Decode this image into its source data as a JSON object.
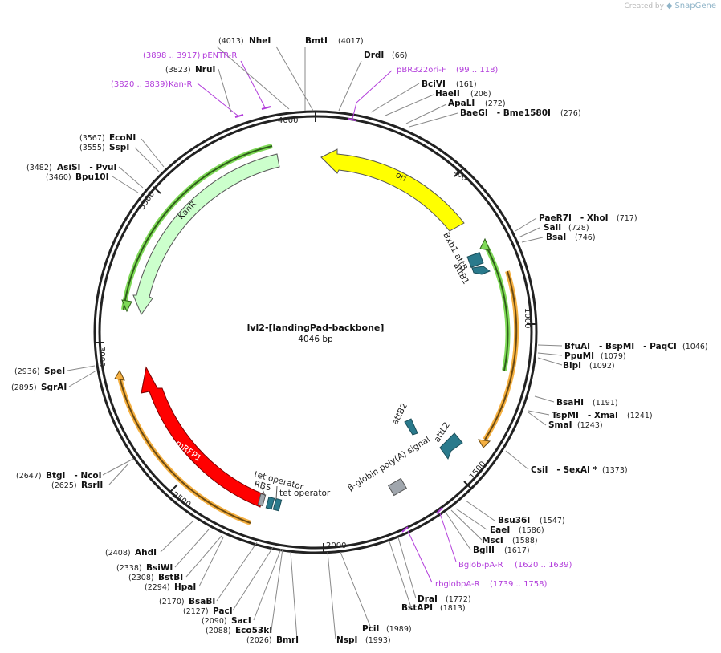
{
  "brand": {
    "created_by": "Created by",
    "product": "SnapGene"
  },
  "plasmid": {
    "name": "lvl2-[landingPad-backbone]",
    "length": 4046,
    "length_label": "4046 bp"
  },
  "ticks": [
    "500",
    "1000",
    "1500",
    "2000",
    "2500",
    "3000",
    "3500",
    "4000"
  ],
  "features": [
    {
      "name": "ori",
      "color": "#ffff00",
      "type": "arrow"
    },
    {
      "name": "KanR",
      "color": "#ccffcc",
      "type": "arrow"
    },
    {
      "name": "mRFP1",
      "color": "#ff0000",
      "type": "arrow"
    },
    {
      "name": "Bxb1 attB",
      "color": "#2a7a8c",
      "type": "box"
    },
    {
      "name": "attB1",
      "color": "#2a7a8c",
      "type": "arrow"
    },
    {
      "name": "attB2",
      "color": "#2a7a8c",
      "type": "arrow"
    },
    {
      "name": "attL2",
      "color": "#2a7a8c",
      "type": "arrow"
    },
    {
      "name": "β-globin poly(A) signal",
      "color": "#a0a6ad",
      "type": "box"
    },
    {
      "name": "RBS",
      "color": "#a0a6ad",
      "type": "box"
    },
    {
      "name": "tet operator",
      "color": "#2a7a8c",
      "type": "box"
    },
    {
      "name": "tet operator",
      "color": "#2a7a8c",
      "type": "box"
    }
  ],
  "enzymes_right": [
    {
      "name": "BmtI",
      "pos": "(4017)"
    },
    {
      "name": "DrdI",
      "pos": "(66)"
    },
    {
      "name": "BciVI",
      "pos": "(161)"
    },
    {
      "name": "HaeII",
      "pos": "(206)"
    },
    {
      "name": "ApaLI",
      "pos": "(272)"
    },
    {
      "name": "BaeGI   - Bme1580I",
      "pos": "(276)"
    },
    {
      "name": "PaeR7I   - XhoI",
      "pos": "(717)"
    },
    {
      "name": "SalI",
      "pos": "(728)"
    },
    {
      "name": "BsaI",
      "pos": "(746)"
    },
    {
      "name": "BfuAI   - BspMI   - PaqCI",
      "pos": "(1046)"
    },
    {
      "name": "PpuMI",
      "pos": "(1079)"
    },
    {
      "name": "BlpI",
      "pos": "(1092)"
    },
    {
      "name": "BsaHI",
      "pos": "(1191)"
    },
    {
      "name": "TspMI   - XmaI",
      "pos": "(1241)"
    },
    {
      "name": "SmaI",
      "pos": "(1243)"
    },
    {
      "name": "CsiI   - SexAI *",
      "pos": "(1373)"
    },
    {
      "name": "Bsu36I",
      "pos": "(1547)"
    },
    {
      "name": "EaeI",
      "pos": "(1586)"
    },
    {
      "name": "MscI",
      "pos": "(1588)"
    },
    {
      "name": "BglII",
      "pos": "(1617)"
    },
    {
      "name": "DraI",
      "pos": "(1772)"
    },
    {
      "name": "BstAPI",
      "pos": "(1813)"
    },
    {
      "name": "PciI",
      "pos": "(1989)"
    }
  ],
  "enzymes_left": [
    {
      "name": "NheI",
      "pos": "(4013)"
    },
    {
      "name": "NruI",
      "pos": "(3823)"
    },
    {
      "name": "EcoNI",
      "pos": "(3567)"
    },
    {
      "name": "SspI",
      "pos": "(3555)"
    },
    {
      "name": "AsiSI   - PvuI",
      "pos": "(3482)"
    },
    {
      "name": "Bpu10I",
      "pos": "(3460)"
    },
    {
      "name": "SpeI",
      "pos": "(2936)"
    },
    {
      "name": "SgrAI",
      "pos": "(2895)"
    },
    {
      "name": "BtgI   - NcoI",
      "pos": "(2647)"
    },
    {
      "name": "RsrII",
      "pos": "(2625)"
    },
    {
      "name": "AhdI",
      "pos": "(2408)"
    },
    {
      "name": "BsiWI",
      "pos": "(2338)"
    },
    {
      "name": "BstBI",
      "pos": "(2308)"
    },
    {
      "name": "HpaI",
      "pos": "(2294)"
    },
    {
      "name": "BsaBI",
      "pos": "(2170)"
    },
    {
      "name": "PacI",
      "pos": "(2127)"
    },
    {
      "name": "SacI",
      "pos": "(2090)"
    },
    {
      "name": "Eco53kI",
      "pos": "(2088)"
    },
    {
      "name": "BmrI",
      "pos": "(2026)"
    },
    {
      "name": "NspI",
      "pos": "(1993)"
    }
  ],
  "primers": [
    {
      "name": "pENTR-R",
      "pos": "(3898 .. 3917)"
    },
    {
      "name": "Kan-R",
      "pos": "(3820 .. 3839)"
    },
    {
      "name": "pBR322ori-F",
      "pos": "(99 .. 118)"
    },
    {
      "name": "Bglob-pA-R",
      "pos": "(1620 .. 1639)"
    },
    {
      "name": "rbglobpA-R",
      "pos": "(1739 .. 1758)"
    }
  ],
  "colors": {
    "backbone": "#222222",
    "primer": "#b23ddb",
    "halo_green": "#7ed957",
    "halo_orange": "#f5b041",
    "cut_line": "#888888"
  }
}
